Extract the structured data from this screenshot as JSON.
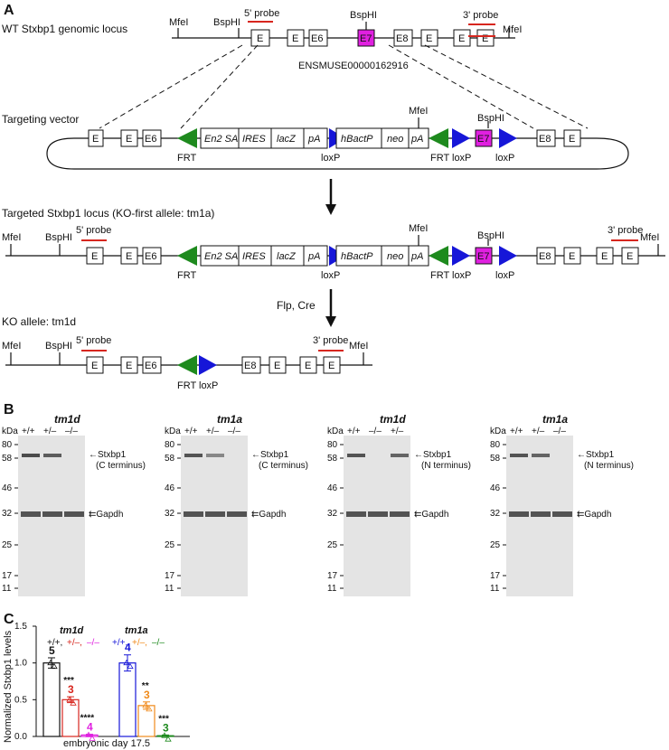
{
  "panels": {
    "a": "A",
    "b": "B",
    "c": "C"
  },
  "panel_a": {
    "wt_label": "WT Stxbp1 genomic locus",
    "ens_id": "ENSMUSE00000162916",
    "vector_label": "Targeting vector",
    "targeted_label": "Targeted Stxbp1 locus (KO-first allele: tm1a)",
    "step1": "Flp, Cre",
    "ko_label": "KO allele: tm1d",
    "mfei": "MfeI",
    "bsphi": "BspHI",
    "probe5": "5' probe",
    "probe3": "3' probe",
    "exon": "E",
    "e6": "E6",
    "e7": "E7",
    "e8": "E8",
    "cassette": [
      "En2 SA",
      "IRES",
      "lacZ",
      "pA",
      "hBactP",
      "neo",
      "pA"
    ],
    "frt": "FRT",
    "loxp": "loxP",
    "colors": {
      "frt": "#1e8a1e",
      "loxp": "#1616d8",
      "e7": "#e020e0",
      "probe": "#d7261e"
    }
  },
  "panel_b": {
    "kda": "kDa",
    "markers": [
      "80",
      "58",
      "46",
      "32",
      "25",
      "17",
      "11"
    ],
    "blots": [
      {
        "title": "tm1d",
        "lanes": [
          "+/+",
          "+/–",
          "–/–"
        ],
        "target": "Stxbp1",
        "term": "(C terminus)",
        "ctrl": "Gapdh",
        "stx": [
          0.9,
          0.8,
          0.0
        ]
      },
      {
        "title": "tm1a",
        "lanes": [
          "+/+",
          "+/–",
          "–/–"
        ],
        "target": "Stxbp1",
        "term": "(C terminus)",
        "ctrl": "Gapdh",
        "stx": [
          0.85,
          0.55,
          0.0
        ]
      },
      {
        "title": "tm1d",
        "lanes": [
          "+/+",
          "–/–",
          "+/–"
        ],
        "target": "Stxbp1",
        "term": "(N terminus)",
        "ctrl": "Gapdh",
        "stx": [
          0.85,
          0.0,
          0.75
        ]
      },
      {
        "title": "tm1a",
        "lanes": [
          "+/+",
          "+/–",
          "–/–"
        ],
        "target": "Stxbp1",
        "term": "(N terminus)",
        "ctrl": "Gapdh",
        "stx": [
          0.85,
          0.75,
          0.0
        ]
      }
    ]
  },
  "chart_data": {
    "type": "bar",
    "ylabel": "Normalized Stxbp1 levels",
    "xlabel": "embryonic day 17.5",
    "ylim": [
      0,
      1.5
    ],
    "yticks": [
      "0.0",
      "0.5",
      "1.0",
      "1.5"
    ],
    "groups": [
      {
        "title": "tm1d",
        "legend": [
          "+/+,",
          "+/–,",
          "–/–"
        ],
        "legend_colors": [
          "#111111",
          "#d7261e",
          "#e020e0"
        ]
      },
      {
        "title": "tm1a",
        "legend": [
          "+/+,",
          "+/–,",
          "–/–"
        ],
        "legend_colors": [
          "#1616d8",
          "#f08a1a",
          "#1e8a1e"
        ]
      }
    ],
    "bars": [
      {
        "group": "tm1d",
        "genotype": "+/+",
        "value": 1.0,
        "sem": 0.07,
        "n": "5",
        "sig": "",
        "color": "#111111"
      },
      {
        "group": "tm1d",
        "genotype": "+/–",
        "value": 0.5,
        "sem": 0.04,
        "n": "3",
        "sig": "***",
        "color": "#d7261e"
      },
      {
        "group": "tm1d",
        "genotype": "–/–",
        "value": 0.02,
        "sem": 0.01,
        "n": "4",
        "sig": "****",
        "color": "#e020e0"
      },
      {
        "group": "tm1a",
        "genotype": "+/+",
        "value": 1.0,
        "sem": 0.11,
        "n": "4",
        "sig": "",
        "color": "#1616d8"
      },
      {
        "group": "tm1a",
        "genotype": "+/–",
        "value": 0.42,
        "sem": 0.05,
        "n": "3",
        "sig": "**",
        "color": "#f08a1a"
      },
      {
        "group": "tm1a",
        "genotype": "–/–",
        "value": 0.01,
        "sem": 0.01,
        "n": "3",
        "sig": "***",
        "color": "#1e8a1e"
      }
    ]
  }
}
